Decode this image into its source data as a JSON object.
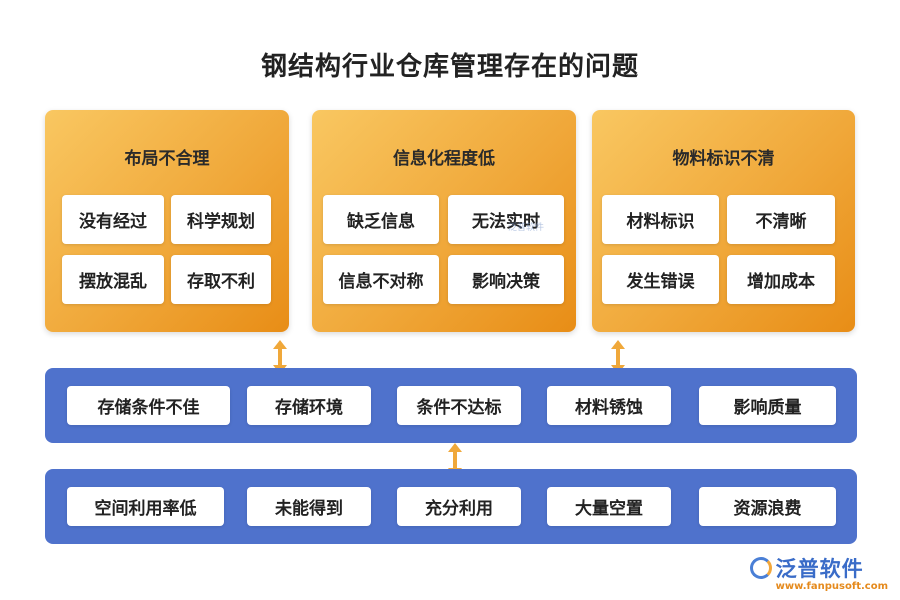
{
  "title": "钢结构行业仓库管理存在的问题",
  "panels": [
    {
      "title": "布局不合理",
      "items": [
        "没有经过",
        "科学规划",
        "摆放混乱",
        "存取不利"
      ]
    },
    {
      "title": "信息化程度低",
      "items": [
        "缺乏信息",
        "无法实时",
        "信息不对称",
        "影响决策"
      ]
    },
    {
      "title": "物料标识不清",
      "items": [
        "材料标识",
        "不清晰",
        "发生错误",
        "增加成本"
      ]
    }
  ],
  "band1": [
    "存储条件不佳",
    "存储环境",
    "条件不达标",
    "材料锈蚀",
    "影响质量"
  ],
  "band2": [
    "空间利用率低",
    "未能得到",
    "充分利用",
    "大量空置",
    "资源浪费"
  ],
  "watermark": "泛普软件",
  "logo": {
    "name": "泛普软件",
    "url": "www.fanpusoft.com"
  },
  "colors": {
    "panel": "#f0a83a",
    "band": "#4f72cc",
    "arrow": "#f0a83a"
  }
}
